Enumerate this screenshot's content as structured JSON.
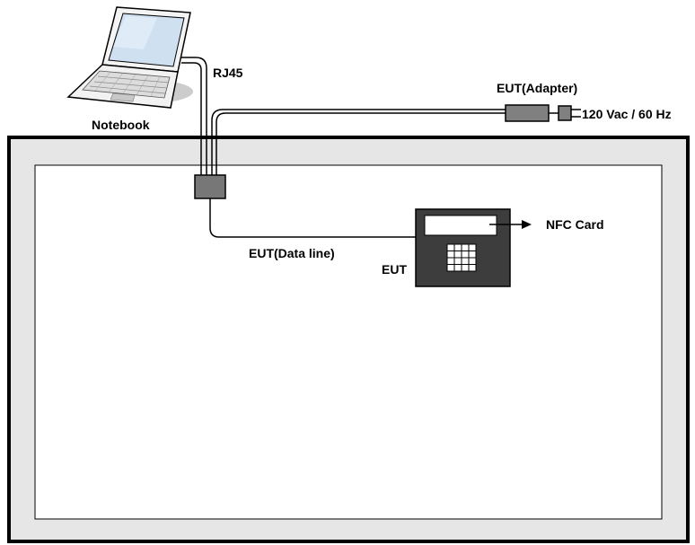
{
  "labels": {
    "notebook": "Notebook",
    "rj45": "RJ45",
    "eut_adapter": "EUT(Adapter)",
    "power": "120 Vac / 60 Hz",
    "data_line": "EUT(Data line)",
    "eut": "EUT",
    "nfc_card": "NFC Card"
  },
  "colors": {
    "outer_frame_fill": "#e6e6e6",
    "inner_area_fill": "#ffffff",
    "device_fill": "#3d3d3d",
    "adapter_fill": "#808080",
    "switch_fill": "#777777",
    "laptop_screen": "#cfe0f0",
    "laptop_body": "#f2f2f2",
    "line": "#000000"
  },
  "icons": {
    "notebook": "laptop-icon",
    "keypad": "keypad-grid-icon"
  }
}
